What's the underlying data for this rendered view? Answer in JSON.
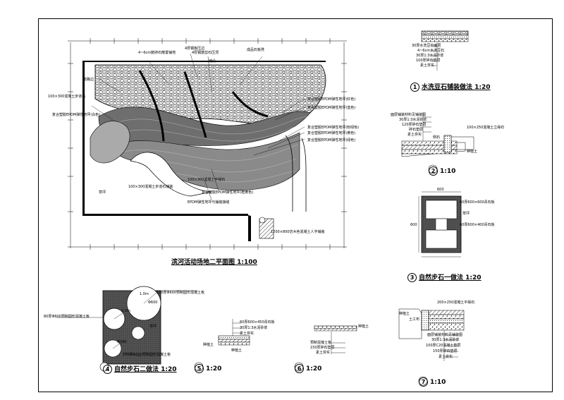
{
  "colors": {
    "line": "#000000",
    "paper": "#ffffff",
    "pebble": "#9a9a9a",
    "dark": "#333333"
  },
  "plan": {
    "title": "滨河活动场地二平面图 1:100",
    "labels": [
      "4~6cm鹅卵石散置铺地",
      "4厚钢板压边",
      "4厚钢筋剪石压顶",
      "成品石板凳",
      "铺设",
      "道路边",
      "100×300混凝土步道石",
      "草坪",
      "复合塑胶EPDM弹性地坪(红色)",
      "复合塑胶EPDM弹性地坪(蓝色)",
      "复合塑胶EPDM弹性地坪(粉绿色)",
      "复合塑胶EPDM弹性地坪(黄色)",
      "复合塑胶EPDM弹性地坪(白色)",
      "复合塑胶EPDM弹性地坪(绿色)",
      "复合塑胶EPDM弹性地坪(橙黄色)",
      "100×300混凝土平缘石",
      "100×300混凝土步道石铺装",
      "EPDM弹性地坪与铺装接缝",
      "1200×800仿木色混凝土人字铺装"
    ]
  },
  "details": [
    {
      "num": "1",
      "title": "水洗豆石铺装做法 1:20",
      "notes": [
        "30厚水洗豆石面层",
        "4~6cm水洗豆石",
        "30厚1:3水泥砂浆",
        "100厚碎石垫层",
        "素土夯实"
      ]
    },
    {
      "num": "2",
      "title": "1:10",
      "notes": [
        "面层铺装材料见铺装图",
        "30厚1:3水泥砂浆",
        "120厚碎石垫层",
        "碎石垫层",
        "素土夯实",
        "侧石",
        "100×250混凝土立缘石",
        "种植土"
      ]
    },
    {
      "num": "3",
      "title": "自然步石一做法 1:20",
      "notes": [
        "600",
        "600",
        "60厚600×600青石板",
        "草坪",
        "60厚600×400青石板"
      ]
    },
    {
      "num": "4",
      "title": "自然步石二做法 1:20",
      "notes": [
        "100厚Φ600预制圆形混凝土板",
        "80厚Φ800预制圆形混凝土板",
        "100厚Φ300预制圆形混凝土板",
        "草坪",
        "1.0m",
        "2.0m",
        "Φ600",
        "Φ300"
      ]
    },
    {
      "num": "5",
      "title": "1:20",
      "notes": [
        "60厚600×450青石板",
        "30厚1:3水泥砂浆",
        "素土夯实",
        "种植土",
        "种植土"
      ]
    },
    {
      "num": "6",
      "title": "1:20",
      "notes": [
        "种植土",
        "预制混凝土板",
        "150厚碎石垫层",
        "素土夯实"
      ]
    },
    {
      "num": "7",
      "title": "1:10",
      "notes": [
        "200×250混凝土平缘石",
        "种植土",
        "土工布",
        "面层铺装材料见铺装图",
        "30厚1:3水泥砂浆",
        "100厚C20混凝土垫层",
        "150厚碎石垫层",
        "素土夯实"
      ]
    }
  ]
}
